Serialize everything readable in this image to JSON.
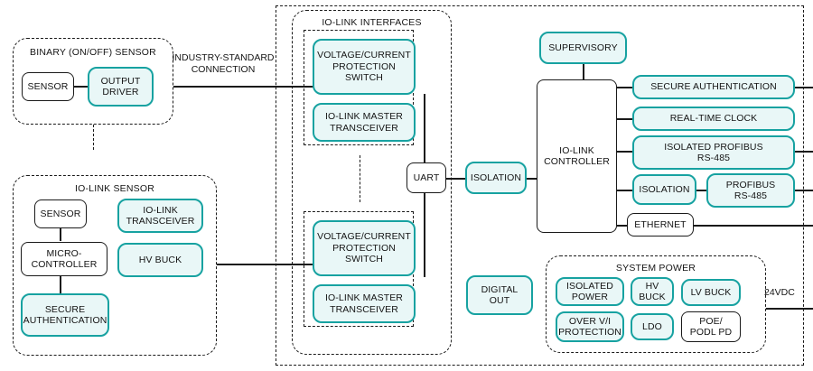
{
  "diagram": {
    "title_note": "IO-Link system block diagram",
    "colors": {
      "accent_border": "#17a2a1",
      "accent_fill": "#e9f7f7",
      "line": "#1a1a1a",
      "background": "#ffffff"
    },
    "groups": {
      "binary_sensor": {
        "label": "BINARY (ON/OFF) SENSOR"
      },
      "io_link_sensor": {
        "label": "IO-LINK SENSOR"
      },
      "io_link_interfaces": {
        "label": "IO-LINK INTERFACES"
      },
      "system_power": {
        "label": "SYSTEM POWER"
      }
    },
    "labels": {
      "industry_standard_connection": "INDUSTRY-STANDARD\nCONNECTION",
      "supply_voltage": "24VDC"
    },
    "blocks": {
      "binary_sensor_sensor": "SENSOR",
      "binary_output_driver": "OUTPUT\nDRIVER",
      "io_link_sensor_sensor": "SENSOR",
      "io_link_sensor_micro": "MICRO-\nCONTROLLER",
      "io_link_sensor_secure_auth": "SECURE\nAUTHENTICATION",
      "io_link_sensor_transceiver": "IO-LINK\nTRANSCEIVER",
      "io_link_sensor_hv_buck": "HV BUCK",
      "iface1_protection": "VOLTAGE/CURRENT\nPROTECTION\nSWITCH",
      "iface1_master_xcvr": "IO-LINK MASTER\nTRANSCEIVER",
      "iface2_protection": "VOLTAGE/CURRENT\nPROTECTION\nSWITCH",
      "iface2_master_xcvr": "IO-LINK MASTER\nTRANSCEIVER",
      "uart": "UART",
      "isolation_main": "ISOLATION",
      "io_link_controller": "IO-LINK\nCONTROLLER",
      "supervisory": "SUPERVISORY",
      "digital_out": "DIGITAL\nOUT",
      "secure_authentication": "SECURE AUTHENTICATION",
      "real_time_clock": "REAL-TIME CLOCK",
      "isolated_profibus": "ISOLATED PROFIBUS\nRS-485",
      "isolation_profibus": "ISOLATION",
      "profibus_rs485": "PROFIBUS\nRS-485",
      "ethernet": "ETHERNET",
      "isolated_power": "ISOLATED\nPOWER",
      "hv_buck": "HV\nBUCK",
      "lv_buck": "LV BUCK",
      "over_vi_protection": "OVER V/I\nPROTECTION",
      "ldo": "LDO",
      "poe_podl_pd": "POE/\nPODL PD"
    }
  }
}
